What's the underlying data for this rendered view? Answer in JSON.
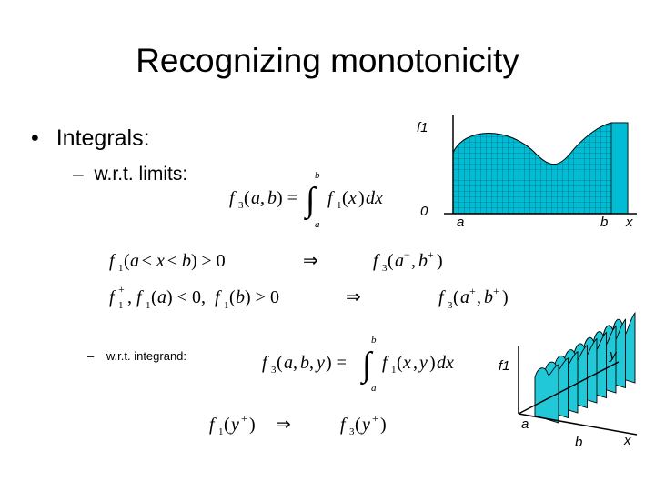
{
  "slide": {
    "title": "Recognizing monotonicity",
    "bullet_marker": "•",
    "bullet_text": "Integrals:",
    "sub1_marker": "–",
    "sub1_text": "w.r.t. limits:",
    "sub2_marker": "–",
    "sub2_text": "w.r.t. integrand:"
  },
  "formulas": {
    "f3_def": "f3(a,b) = ∫_a^b f1(x)dx",
    "rule1_premise": "f1(a ≤ x ≤ b) ≥ 0",
    "rule1_conclusion": "f3(a−, b+)",
    "rule2_premise": "f1+, f1(a) < 0, f1(b) > 0",
    "rule2_conclusion": "f3(a+, b+)",
    "f3_y_def": "f3(a,b,y) = ∫_a^b f1(x,y)dx",
    "rule3_premise": "f1(y+)",
    "rule3_conclusion": "f3(y+)",
    "implies": "⇒"
  },
  "plot1": {
    "y_label": "f1",
    "origin_label": "0",
    "a_label": "a",
    "b_label": "b",
    "x_label": "x",
    "fill_color": "#00bcd4"
  },
  "plot2": {
    "y_label": "f1",
    "a_label": "a",
    "b_label": "b",
    "x_label": "x",
    "y_axis_label": "y",
    "fill_color": "#20c8d8"
  }
}
